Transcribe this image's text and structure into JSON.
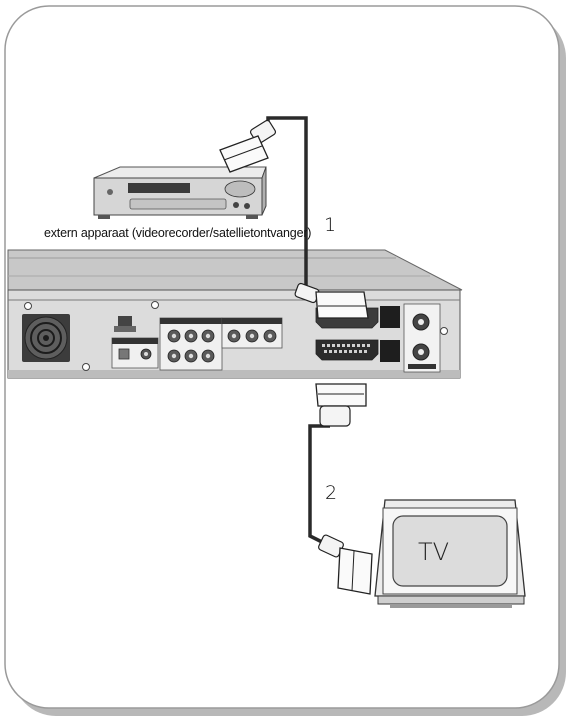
{
  "diagram": {
    "device_caption": "extern apparaat (videorecorder/satellietontvanger)",
    "cable_1_number": "1",
    "cable_2_number": "2",
    "tv_label": "TV"
  },
  "colors": {
    "frame_border": "#9a9a9a",
    "frame_shadow": "#b8b8b8",
    "recorder_body": "#d2d2d2",
    "recorder_dark": "#8c8c8c",
    "cable": "#2a2a2a",
    "tv_screen": "#dcdcdc"
  }
}
